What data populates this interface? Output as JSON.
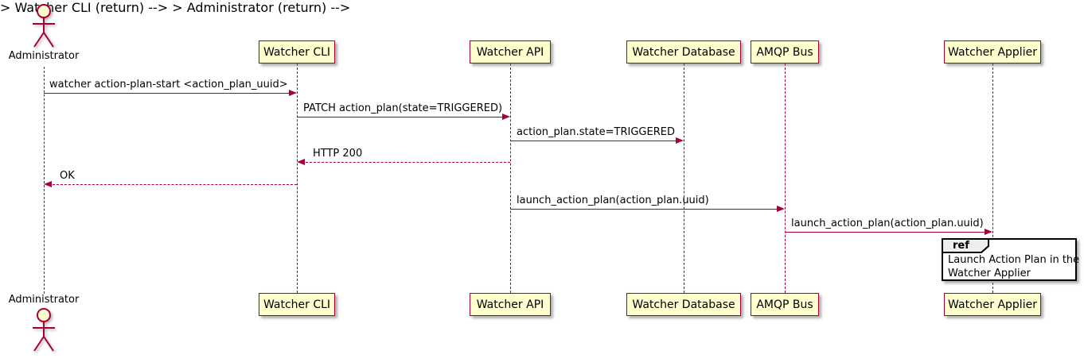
{
  "diagram": {
    "type": "plantuml-sequence",
    "colors": {
      "line": "#A80036",
      "participant_fill": "#FEFECE",
      "participant_border": "#A80036",
      "text": "#000000",
      "ref_fill": "#FFFFFF",
      "ref_tab_fill": "#EEEEEE",
      "ref_border": "#000000",
      "background": "#FFFFFF"
    },
    "actor": {
      "name": "Administrator"
    },
    "participants": [
      {
        "name": "Watcher CLI"
      },
      {
        "name": "Watcher API"
      },
      {
        "name": "Watcher Database"
      },
      {
        "name": "AMQP Bus"
      },
      {
        "name": "Watcher Applier"
      }
    ],
    "messages": [
      {
        "label": "watcher action-plan-start <action_plan_uuid>",
        "from": "Administrator",
        "to": "Watcher CLI",
        "style": "solid"
      },
      {
        "label": "PATCH action_plan(state=TRIGGERED)",
        "from": "Watcher CLI",
        "to": "Watcher API",
        "style": "solid"
      },
      {
        "label": "action_plan.state=TRIGGERED",
        "from": "Watcher API",
        "to": "Watcher Database",
        "style": "solid"
      },
      {
        "label": "HTTP 200",
        "from": "Watcher API",
        "to": "Watcher CLI",
        "style": "dashed"
      },
      {
        "label": "OK",
        "from": "Watcher CLI",
        "to": "Administrator",
        "style": "dashed"
      },
      {
        "label": "launch_action_plan(action_plan.uuid)",
        "from": "Watcher API",
        "to": "AMQP Bus",
        "style": "solid"
      },
      {
        "label": "launch_action_plan(action_plan.uuid)",
        "from": "AMQP Bus",
        "to": "Watcher Applier",
        "style": "solid"
      }
    ],
    "ref": {
      "keyword": "ref",
      "line1": "Launch Action Plan in the",
      "line2": "Watcher Applier"
    }
  }
}
